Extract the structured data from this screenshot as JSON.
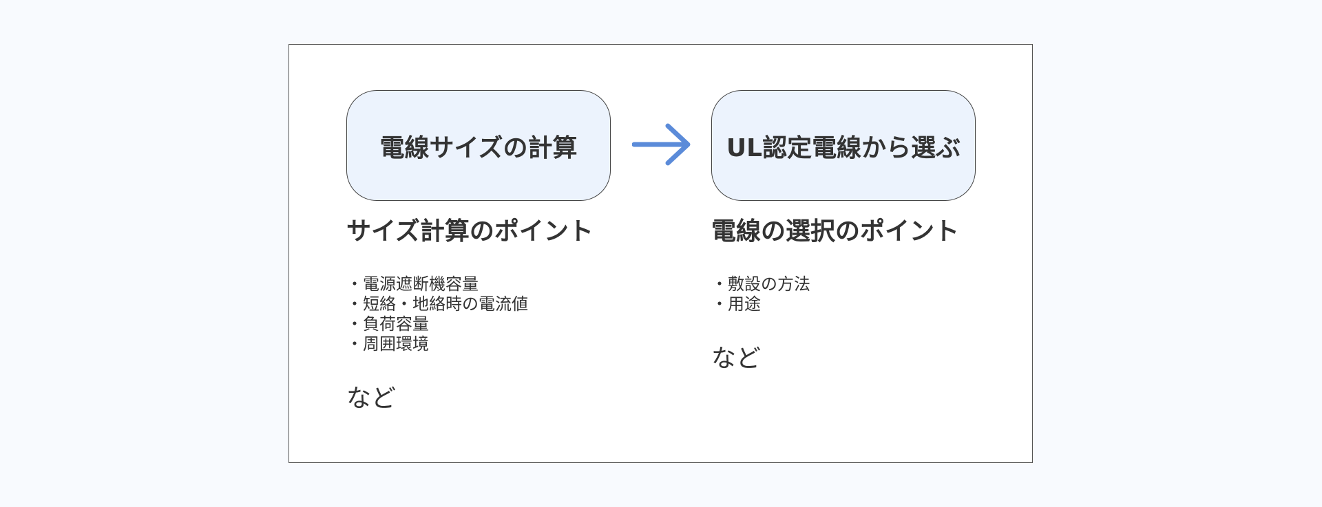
{
  "flow": {
    "step1": "電線サイズの計算",
    "step2": "UL認定電線から選ぶ"
  },
  "left": {
    "heading": "サイズ計算のポイント",
    "items": [
      "電源遮断機容量",
      "短絡・地絡時の電流値",
      "負荷容量",
      "周囲環境"
    ],
    "etc": "など"
  },
  "right": {
    "heading": "電線の選択のポイント",
    "items": [
      "敷設の方法",
      "用途"
    ],
    "etc": "など"
  },
  "colors": {
    "box_fill": "#ecf3fd",
    "arrow": "#5b8bd9",
    "text": "#333333"
  },
  "icons": {
    "connector": "arrow-right-icon"
  }
}
